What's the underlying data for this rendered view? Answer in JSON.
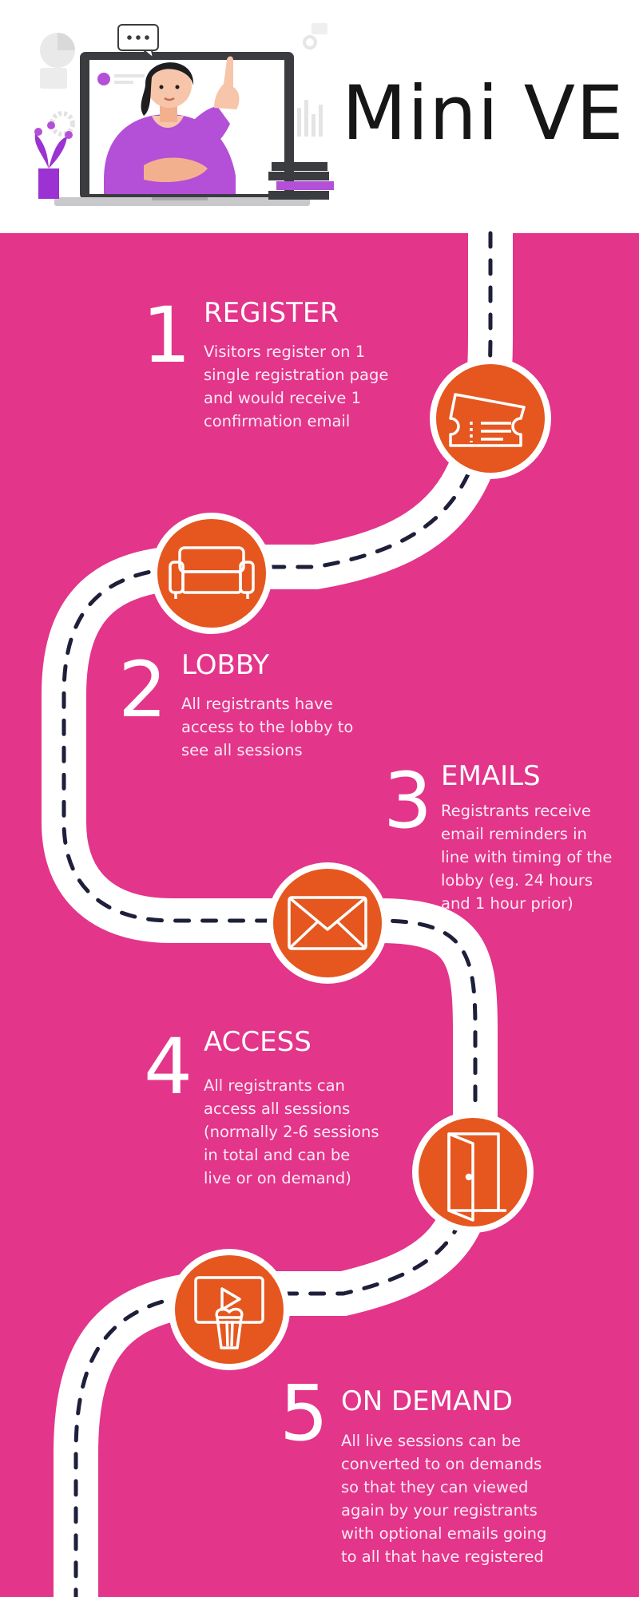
{
  "header": {
    "title": "Mini VE"
  },
  "steps": [
    {
      "number": "1",
      "title": "REGISTER",
      "lines": [
        "Visitors register on 1",
        "single registration page",
        "and would receive 1",
        "confirmation email"
      ],
      "icon": "ticket-icon"
    },
    {
      "number": "2",
      "title": "LOBBY",
      "lines": [
        "All registrants have",
        "access to the lobby to",
        "see all sessions"
      ],
      "icon": "sofa-icon"
    },
    {
      "number": "3",
      "title": "EMAILS",
      "lines": [
        "Registrants receive",
        "email reminders in",
        "line with timing of the",
        "lobby (eg. 24 hours",
        "and 1 hour prior)"
      ],
      "icon": "envelope-icon"
    },
    {
      "number": "4",
      "title": "ACCESS",
      "lines": [
        "All registrants can",
        "access all sessions",
        "(normally 2-6 sessions",
        "in total and can be",
        "live or on demand)"
      ],
      "icon": "door-icon"
    },
    {
      "number": "5",
      "title": "ON DEMAND",
      "lines": [
        "All live sessions can be",
        "converted to on demands",
        "so that they can viewed",
        "again by your registrants",
        "with optional emails going",
        "to all that have registered"
      ],
      "icon": "video-popcorn-icon"
    }
  ],
  "colors": {
    "background": "#e3358a",
    "icon_circle": "#e5571f",
    "road": "#ffffff",
    "road_dash": "#1e1f3a",
    "illustration_accent": "#b44fd8"
  }
}
